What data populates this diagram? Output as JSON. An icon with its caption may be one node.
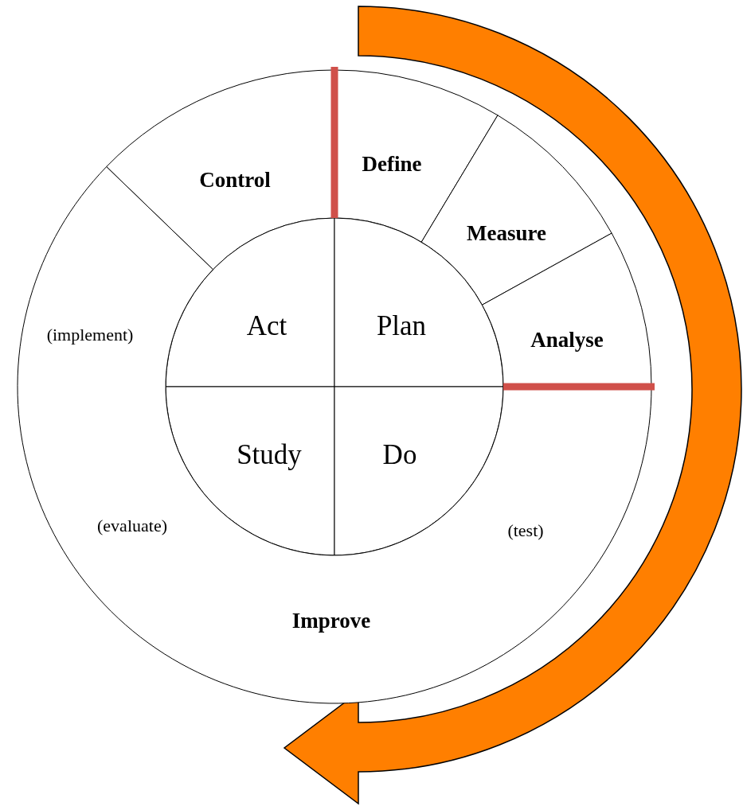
{
  "diagram": {
    "nodes": [
      {
        "text": [
          "Define"
        ]
      },
      {
        "text": [
          "Control"
        ]
      },
      {
        "text": [
          "Measure"
        ]
      },
      {
        "text": [
          "Act"
        ]
      },
      {
        "text": [
          "Plan"
        ]
      },
      {
        "text": [
          "Analyse"
        ]
      },
      {
        "text": [
          "Study"
        ]
      },
      {
        "text": [
          "Do"
        ]
      },
      {
        "text": [
          "Improve"
        ]
      }
    ],
    "edges": [],
    "labels": [
      "(implement)",
      "(evaluate)",
      "(test)"
    ]
  }
}
